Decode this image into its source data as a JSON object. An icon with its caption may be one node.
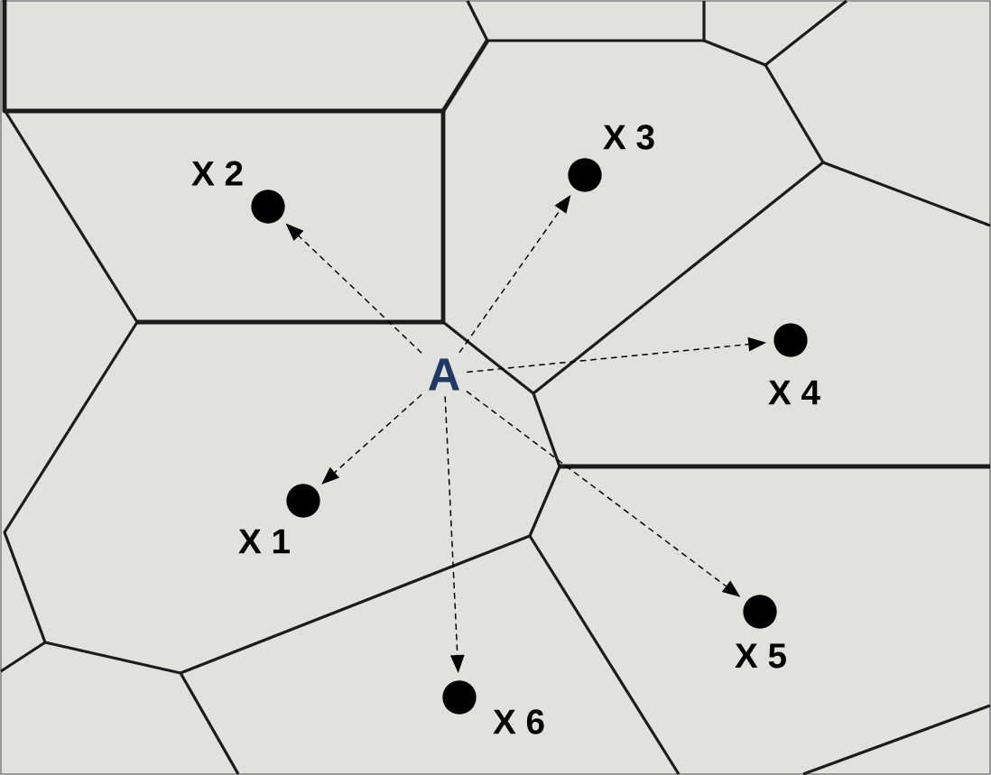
{
  "diagram": {
    "nodes": [
      {
        "text": [
          "A"
        ]
      },
      {
        "text": [],
        "shape": "circle",
        "beside": [
          "X 1"
        ]
      },
      {
        "text": [],
        "shape": "circle",
        "beside": [
          "X 2"
        ]
      },
      {
        "text": [],
        "shape": "circle",
        "beside": [
          "X 3"
        ]
      },
      {
        "text": [],
        "shape": "circle",
        "beside": [
          "X 4"
        ]
      },
      {
        "text": [],
        "shape": "circle",
        "beside": [
          "X 5"
        ]
      },
      {
        "text": [],
        "shape": "circle",
        "beside": [
          "X 6"
        ]
      }
    ],
    "edges": [
      {
        "from": 0,
        "to": 1,
        "arrow": "to",
        "style": "dashed"
      },
      {
        "from": 0,
        "to": 2,
        "arrow": "to",
        "style": "dashed"
      },
      {
        "from": 0,
        "to": 3,
        "arrow": "to",
        "style": "dashed"
      },
      {
        "from": 0,
        "to": 4,
        "arrow": "to",
        "style": "dashed"
      },
      {
        "from": 0,
        "to": 5,
        "arrow": "to",
        "style": "dashed"
      },
      {
        "from": 0,
        "to": 6,
        "arrow": "to",
        "style": "dashed"
      }
    ]
  }
}
